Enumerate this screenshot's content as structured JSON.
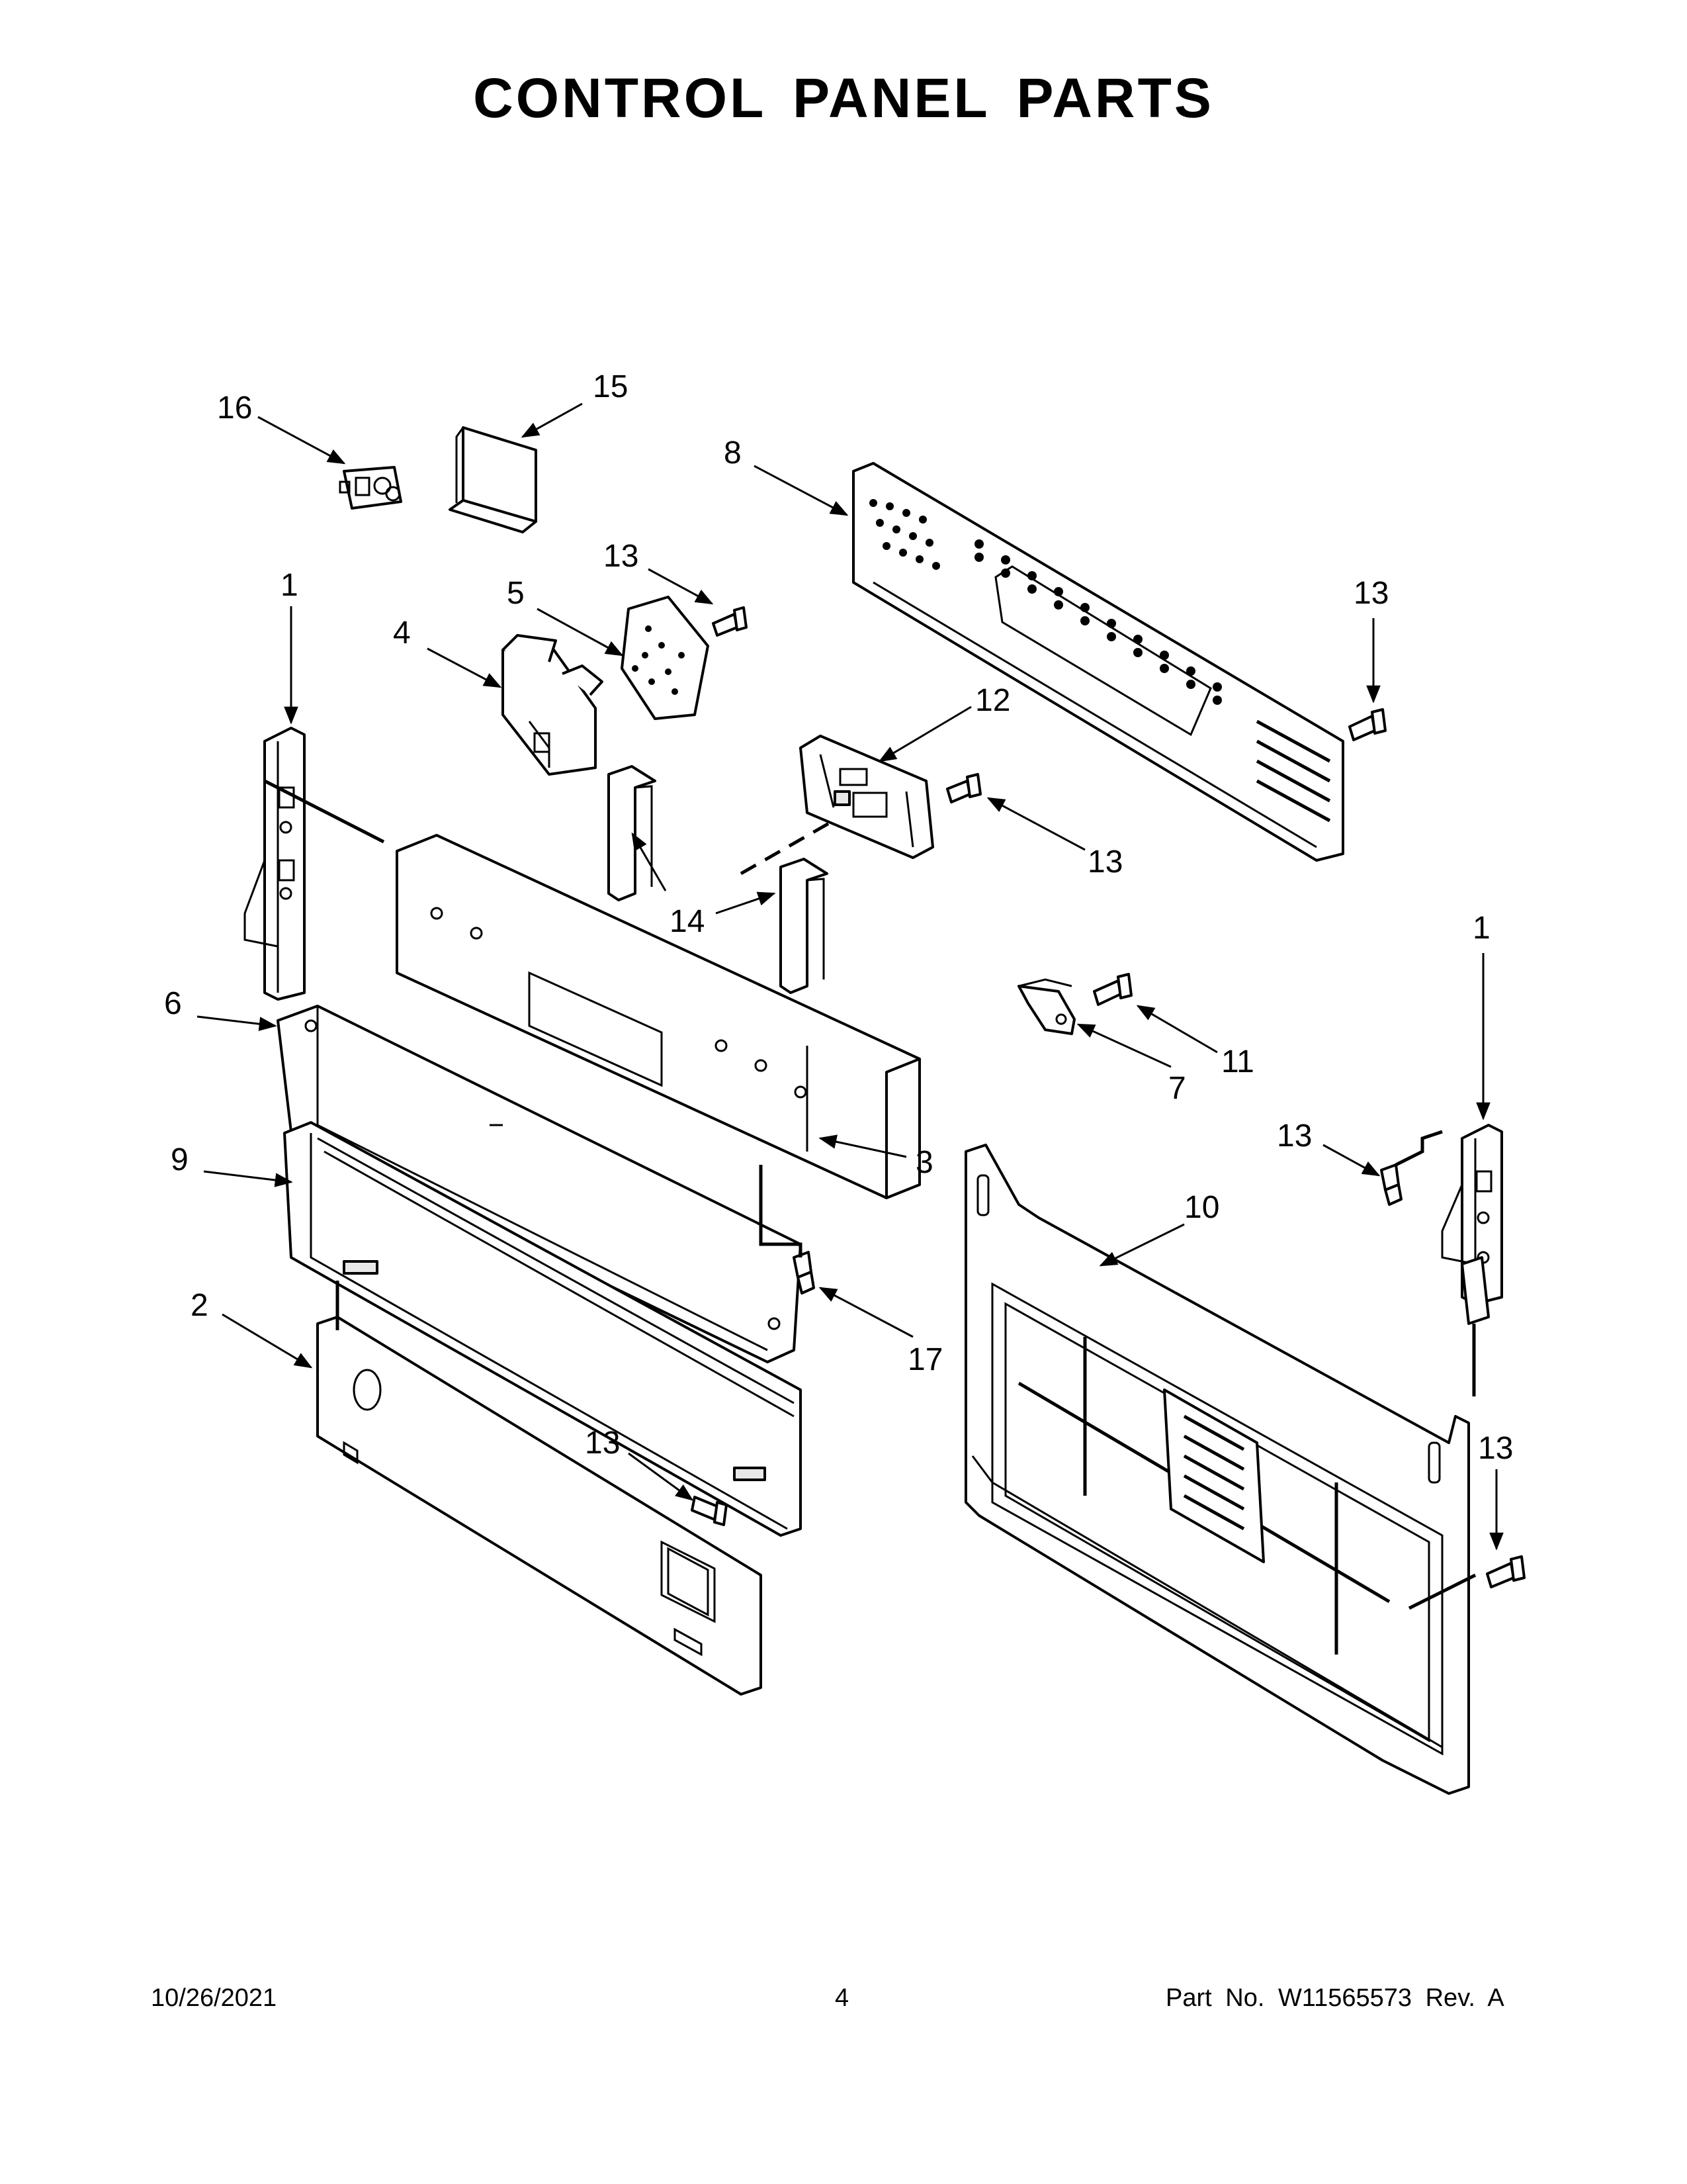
{
  "title": "CONTROL PANEL PARTS",
  "callouts": {
    "c16": "16",
    "c15": "15",
    "c8": "8",
    "c1_left": "1",
    "c13_a": "13",
    "c5": "5",
    "c4": "4",
    "c13_b": "13",
    "c12": "12",
    "c13_c": "13",
    "c14": "14",
    "c1_right": "1",
    "c6": "6",
    "c11": "11",
    "c7": "7",
    "c9": "9",
    "c3": "3",
    "c13_d": "13",
    "c10": "10",
    "c2": "2",
    "c17": "17",
    "c13_e": "13",
    "c13_f": "13"
  },
  "footer": {
    "date": "10/26/2021",
    "page": "4",
    "part_no": "Part No.  W11565573  Rev.  A"
  }
}
